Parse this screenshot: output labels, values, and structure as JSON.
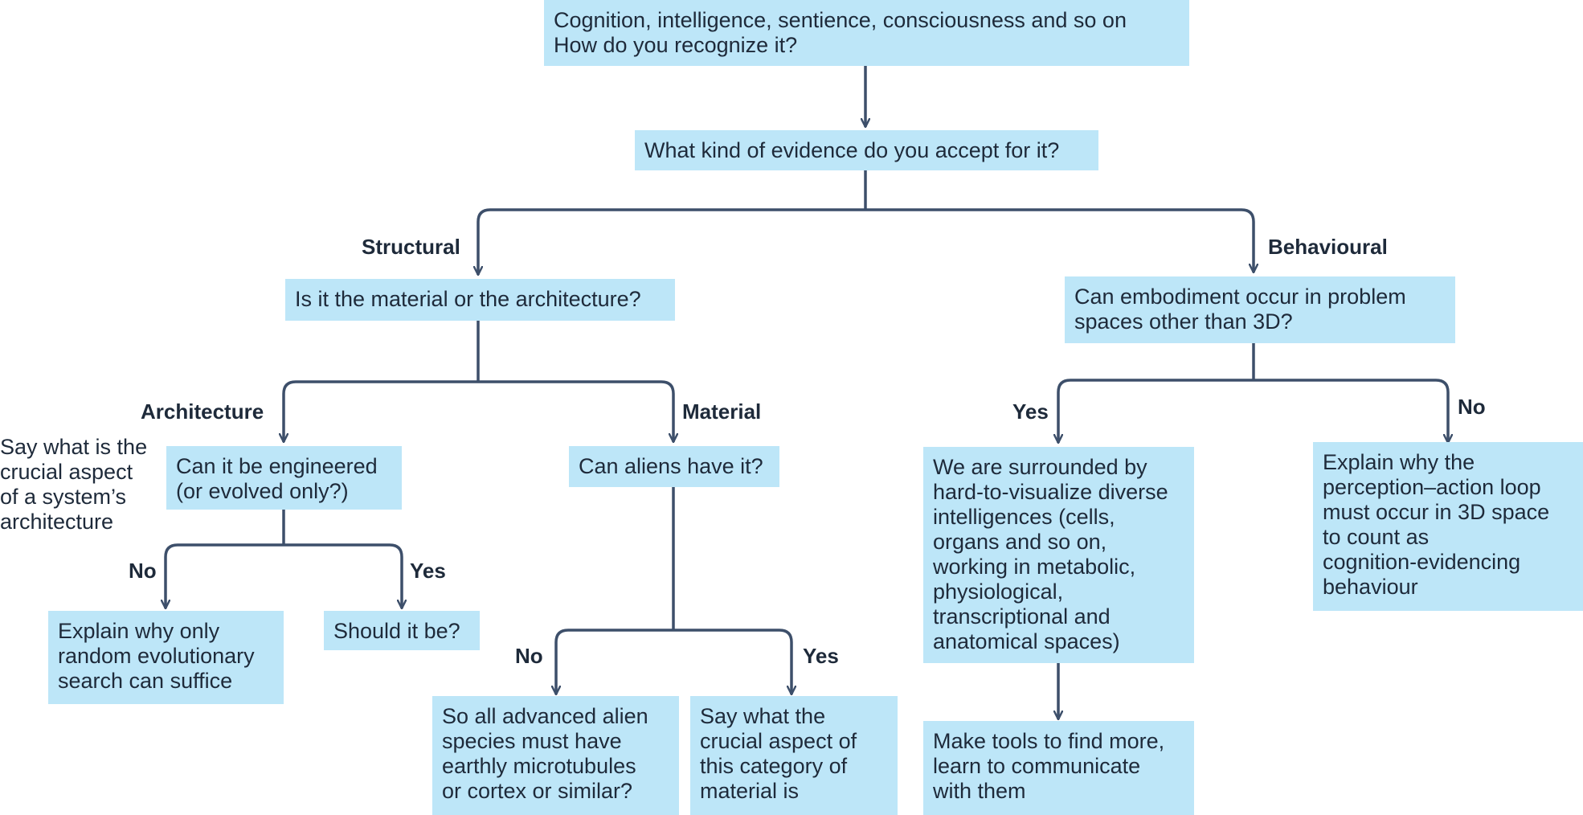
{
  "colors": {
    "box_fill": "#bde6f8",
    "connector": "#3d4f6a",
    "text": "#1e2a3a"
  },
  "nodes": {
    "root": "Cognition, intelligence, sentience, consciousness and so on\nHow do you recognize it?",
    "evidence": "What kind of evidence do you accept for it?",
    "material_or_architecture": "Is it the material or the architecture?",
    "embodiment": "Can embodiment occur in problem\nspaces other than 3D?",
    "engineered": "Can it be engineered\n(or evolved only?)",
    "aliens": "Can aliens have it?",
    "diverse_intelligences": "We are surrounded by\nhard-to-visualize diverse\nintelligences (cells,\norgans and so on,\nworking in metabolic,\nphysiological,\ntranscriptional and\nanatomical spaces)",
    "explain_3d": "Explain why the\nperception–action loop\nmust occur in 3D space\nto count as\ncognition-evidencing\nbehaviour",
    "random_search": "Explain why only\nrandom evolutionary\nsearch can suffice",
    "should_it_be": "Should it be?",
    "alien_microtubules": "So all advanced alien\nspecies must have\nearthly microtubules\nor cortex or similar?",
    "crucial_material": "Say what the\ncrucial aspect of\nthis category of\nmaterial is",
    "make_tools": "Make tools to find more,\nlearn to communicate\nwith them"
  },
  "labels": {
    "structural": "Structural",
    "behavioural": "Behavioural",
    "architecture": "Architecture",
    "material": "Material",
    "yes_embodiment": "Yes",
    "no_embodiment": "No",
    "no_engineered": "No",
    "yes_engineered": "Yes",
    "no_aliens": "No",
    "yes_aliens": "Yes"
  },
  "side_note": "Say what is the\ncrucial aspect\nof a system’s\narchitecture"
}
